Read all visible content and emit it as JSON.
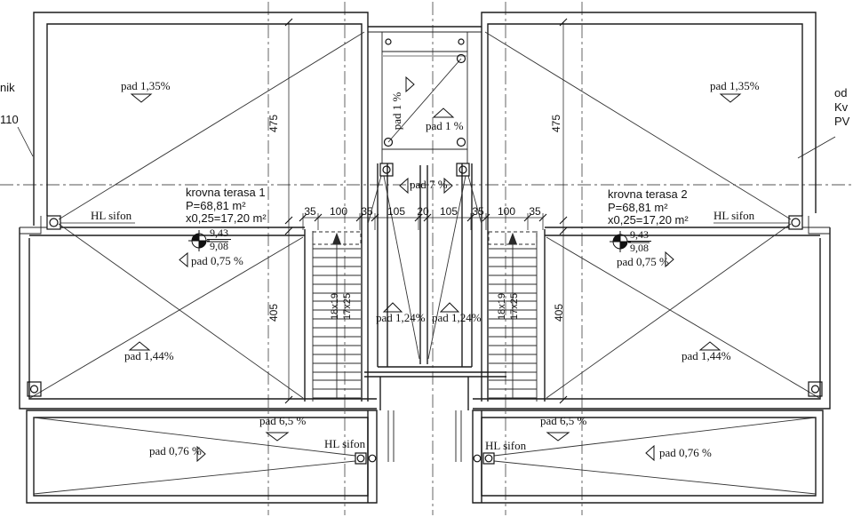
{
  "edge_notes": {
    "left_partial": "nik",
    "left_dim": "110",
    "right_partial": [
      "od",
      "Kv",
      "PV"
    ]
  },
  "slopes": {
    "pad_135": "pad 1,35%",
    "pad_1": "pad 1 %",
    "pad_7": "pad 7 %",
    "pad_075": "pad 0,75 %",
    "pad_124": "pad 1,24%",
    "pad_144": "pad 1,44%",
    "pad_65": "pad 6,5 %",
    "pad_076": "pad 0,76 %"
  },
  "drain_label": "HL sifon",
  "terrace_1": {
    "name": "krovna terasa 1",
    "area": "P=68,81 m²",
    "coefficient": "x0,25=17,20 m²",
    "elev_top": "9,43",
    "elev_bottom": "9,08"
  },
  "terrace_2": {
    "name": "krovna terasa 2",
    "area": "P=68,81 m²",
    "coefficient": "x0,25=17,20 m²",
    "elev_top": "9,43",
    "elev_bottom": "9,08"
  },
  "stairs": {
    "risers": "18x19",
    "treads": "17x25"
  },
  "dims": {
    "row": [
      "35",
      "100",
      "35",
      "105",
      "20",
      "105",
      "35",
      "100",
      "35"
    ],
    "upper": "475",
    "lower": "405"
  }
}
